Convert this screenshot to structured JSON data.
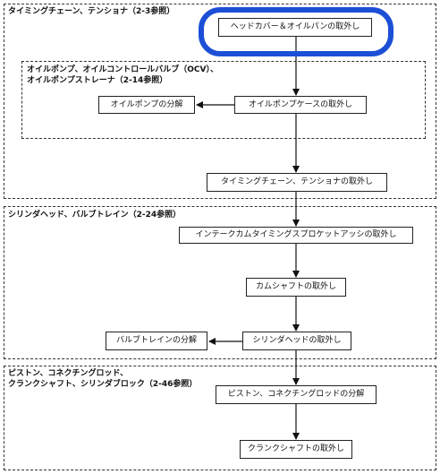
{
  "groups": {
    "timing": {
      "label": "タイミングチェーン、テンショナ（2-3参照）"
    },
    "oil": {
      "label_line1": "オイルポンプ、オイルコントロールバルブ（OCV）、",
      "label_line2": "オイルポンプストレーナ（2-14参照）"
    },
    "head": {
      "label": "シリンダヘッド、バルブトレイン（2-24参照）"
    },
    "piston": {
      "label_line1": "ピストン、コネクチングロッド、",
      "label_line2": "クランクシャフト、シリンダブロック（2-46参照）"
    }
  },
  "steps": {
    "remove_head_cover": "ヘッドカバー＆オイルパンの取外し",
    "remove_oil_pump_case": "オイルポンプケースの取外し",
    "oil_pump_disassembly": "オイルポンプの分解",
    "remove_timing_chain": "タイミングチェーン、テンショナの取外し",
    "remove_intake_sprocket": "インテークカムタイミングスプロケットアッシの取外し",
    "remove_camshaft": "カムシャフトの取外し",
    "remove_cylinder_head": "シリンダヘッドの取外し",
    "valve_train_disassembly": "バルブトレインの分解",
    "piston_conrod_disassembly": "ピストン、コネクチングロッドの分解",
    "remove_crankshaft": "クランクシャフトの取外し"
  },
  "colors": {
    "highlight": "#1c4fd6"
  }
}
